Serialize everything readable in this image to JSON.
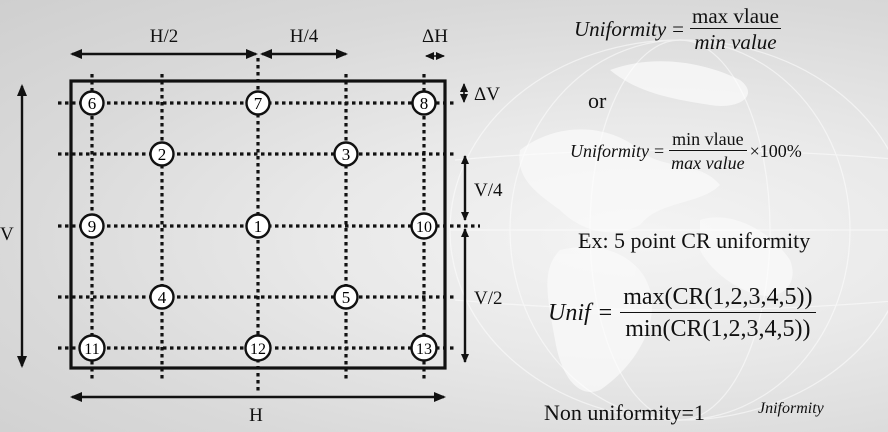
{
  "diagram": {
    "labels": {
      "h_half": "H/2",
      "h_quarter": "H/4",
      "delta_h": "ΔH",
      "delta_v": "ΔV",
      "v_quarter": "V/4",
      "v_half": "V/2",
      "v": "V",
      "h": "H"
    },
    "points": [
      {
        "id": "6",
        "label": "6"
      },
      {
        "id": "7",
        "label": "7"
      },
      {
        "id": "8",
        "label": "8"
      },
      {
        "id": "2",
        "label": "2"
      },
      {
        "id": "3",
        "label": "3"
      },
      {
        "id": "9",
        "label": "9"
      },
      {
        "id": "1",
        "label": "1"
      },
      {
        "id": "10",
        "label": "10"
      },
      {
        "id": "4",
        "label": "4"
      },
      {
        "id": "5",
        "label": "5"
      },
      {
        "id": "11",
        "label": "11"
      },
      {
        "id": "12",
        "label": "12"
      },
      {
        "id": "13",
        "label": "13"
      }
    ]
  },
  "formulas": {
    "f1": {
      "lhs": "Uniformity",
      "eq": "=",
      "num": "max vlaue",
      "den": "min value"
    },
    "or": "or",
    "f2": {
      "lhs": "Uniformity",
      "eq": "=",
      "num": "min vlaue",
      "den": "max value",
      "suffix": "×100%"
    },
    "example": "Ex: 5 point CR uniformity",
    "f3": {
      "lhs": "Unif",
      "eq": "=",
      "num": "max(CR(1,2,3,4,5))",
      "den": "min(CR(1,2,3,4,5))"
    },
    "non_uniformity": "Non  uniformity=1",
    "non_uniformity_tail": "Jniformity"
  }
}
